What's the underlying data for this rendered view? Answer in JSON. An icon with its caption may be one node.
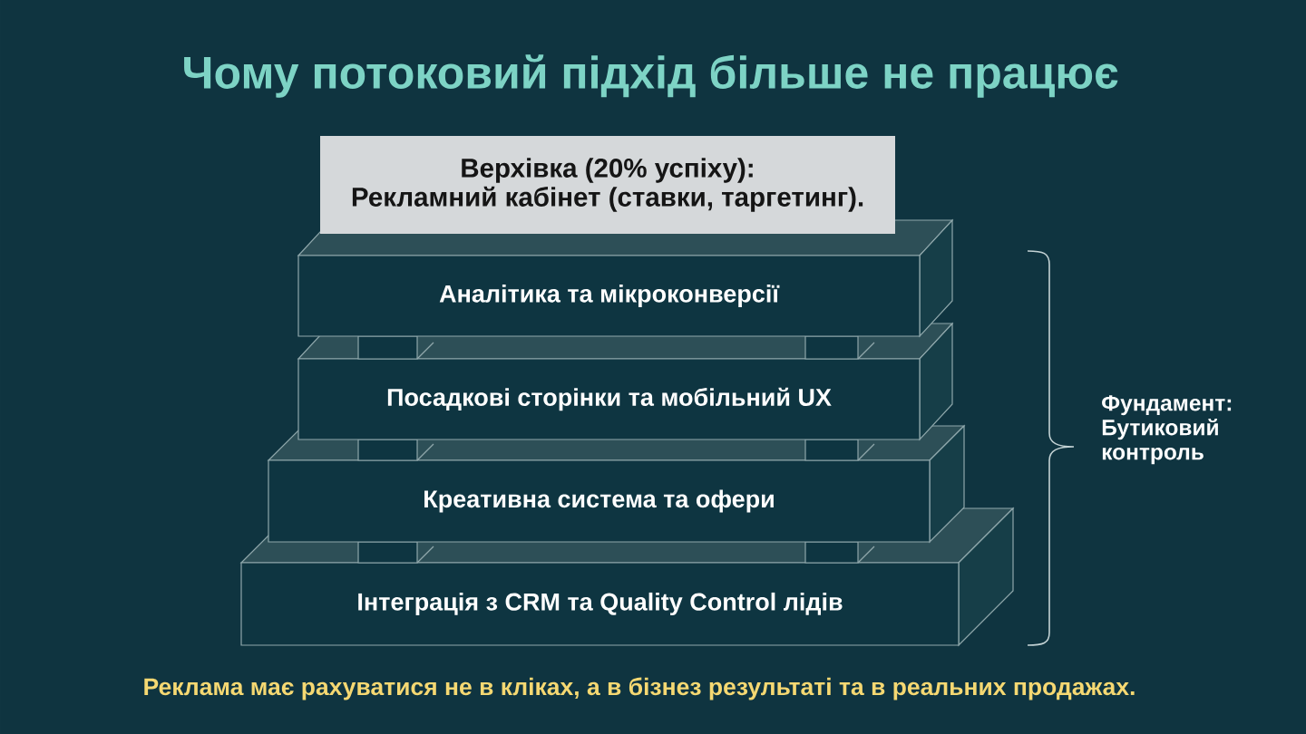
{
  "diagram": {
    "title": "Чому потоковий підхід більше не працює",
    "nodes": [
      {
        "text": [
          "Верхівка (20% успіху):",
          "Рекламний кабінет (ставки, таргетинг)."
        ]
      },
      {
        "text": [
          "Аналітика та мікроконверсії"
        ]
      },
      {
        "text": [
          "Посадкові сторінки та мобільний UX"
        ]
      },
      {
        "text": [
          "Креативна система та офери"
        ]
      },
      {
        "text": [
          "Інтеграція з CRM та Quality Control лідів"
        ]
      }
    ],
    "labels": [
      "Фундамент: Бутиковий контроль"
    ],
    "caption": "Реклама має рахуватися не в кліках, а в бізнез результаті та в реальних продажах."
  }
}
